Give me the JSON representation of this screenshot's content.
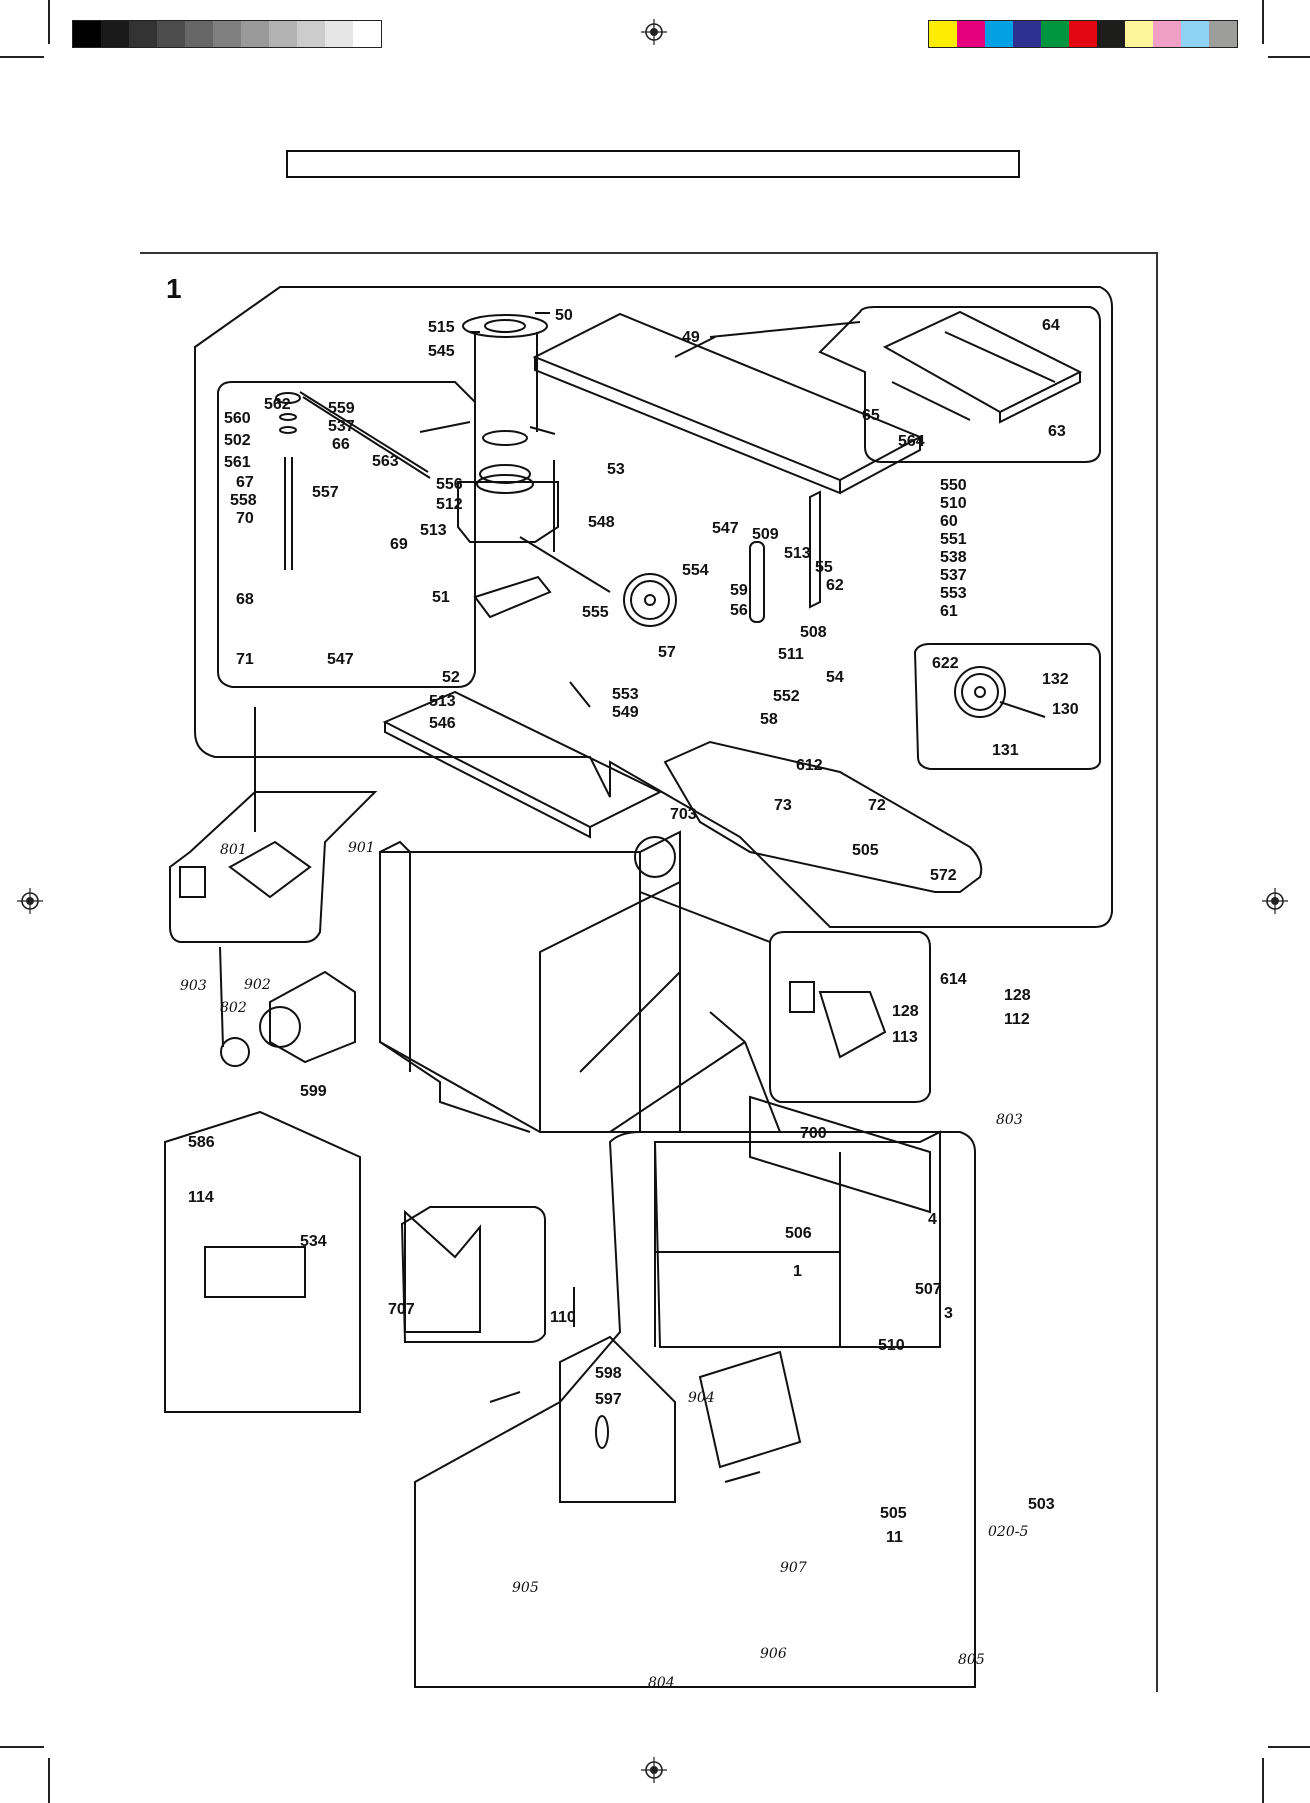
{
  "header": {
    "title_text": "",
    "gray_swatches": [
      "#000000",
      "#1a1a1a",
      "#333333",
      "#4d4d4d",
      "#666666",
      "#808080",
      "#999999",
      "#b3b3b3",
      "#cccccc",
      "#e6e6e6",
      "#ffffff"
    ],
    "color_swatches": [
      "#ffed00",
      "#e5007e",
      "#00a0e3",
      "#2e3190",
      "#00963f",
      "#e30613",
      "#1d1d1b",
      "#fff59b",
      "#f29fc5",
      "#8fd3f4",
      "#9d9d9c"
    ]
  },
  "figure": {
    "number": "1",
    "labels": {
      "l50": "50",
      "l515": "515",
      "l545": "545",
      "l49": "49",
      "l64": "64",
      "l65": "65",
      "l564": "564",
      "l63": "63",
      "l562": "562",
      "l560": "560",
      "l559": "559",
      "l537a": "537",
      "l502": "502",
      "l66": "66",
      "l561": "561",
      "l563": "563",
      "l67": "67",
      "l558": "558",
      "l557": "557",
      "l70": "70",
      "l69": "69",
      "l68": "68",
      "l71": "71",
      "l547a": "547",
      "l53": "53",
      "l556": "556",
      "l512": "512",
      "l548": "548",
      "l513a": "513",
      "l51": "51",
      "l555": "555",
      "l52": "52",
      "l553a": "553",
      "l513b": "513",
      "l549": "549",
      "l546": "546",
      "l57": "57",
      "l547b": "547",
      "l509": "509",
      "l513c": "513",
      "l554": "554",
      "l59": "59",
      "l56": "56",
      "l508": "508",
      "l511": "511",
      "l552": "552",
      "l58": "58",
      "l550": "550",
      "l510a": "510",
      "l60": "60",
      "l551": "551",
      "l538": "538",
      "l55": "55",
      "l537b": "537",
      "l62": "62",
      "l553b": "553",
      "l61": "61",
      "l54": "54",
      "l622": "622",
      "l132": "132",
      "l130": "130",
      "l131": "131",
      "l612": "612",
      "l73": "73",
      "l72": "72",
      "l505a": "505",
      "l572": "572",
      "l703": "703",
      "h801": "801",
      "h901": "901",
      "h903": "903",
      "h802": "802",
      "h902": "902",
      "l614": "614",
      "l128a": "128",
      "l128b": "128",
      "l112": "112",
      "l113": "113",
      "h803": "803",
      "l599": "599",
      "l586": "586",
      "l114": "114",
      "l534": "534",
      "l700": "700",
      "l707": "707",
      "l110": "110",
      "l598": "598",
      "l597": "597",
      "l506": "506",
      "l4": "4",
      "l1": "1",
      "l507": "507",
      "l3": "3",
      "l510b": "510",
      "l503": "503",
      "l505b": "505",
      "l11": "11",
      "h0205": "020-5",
      "h904": "904",
      "h905": "905",
      "h907": "907",
      "h906": "906",
      "h805": "805",
      "h804": "804"
    }
  }
}
